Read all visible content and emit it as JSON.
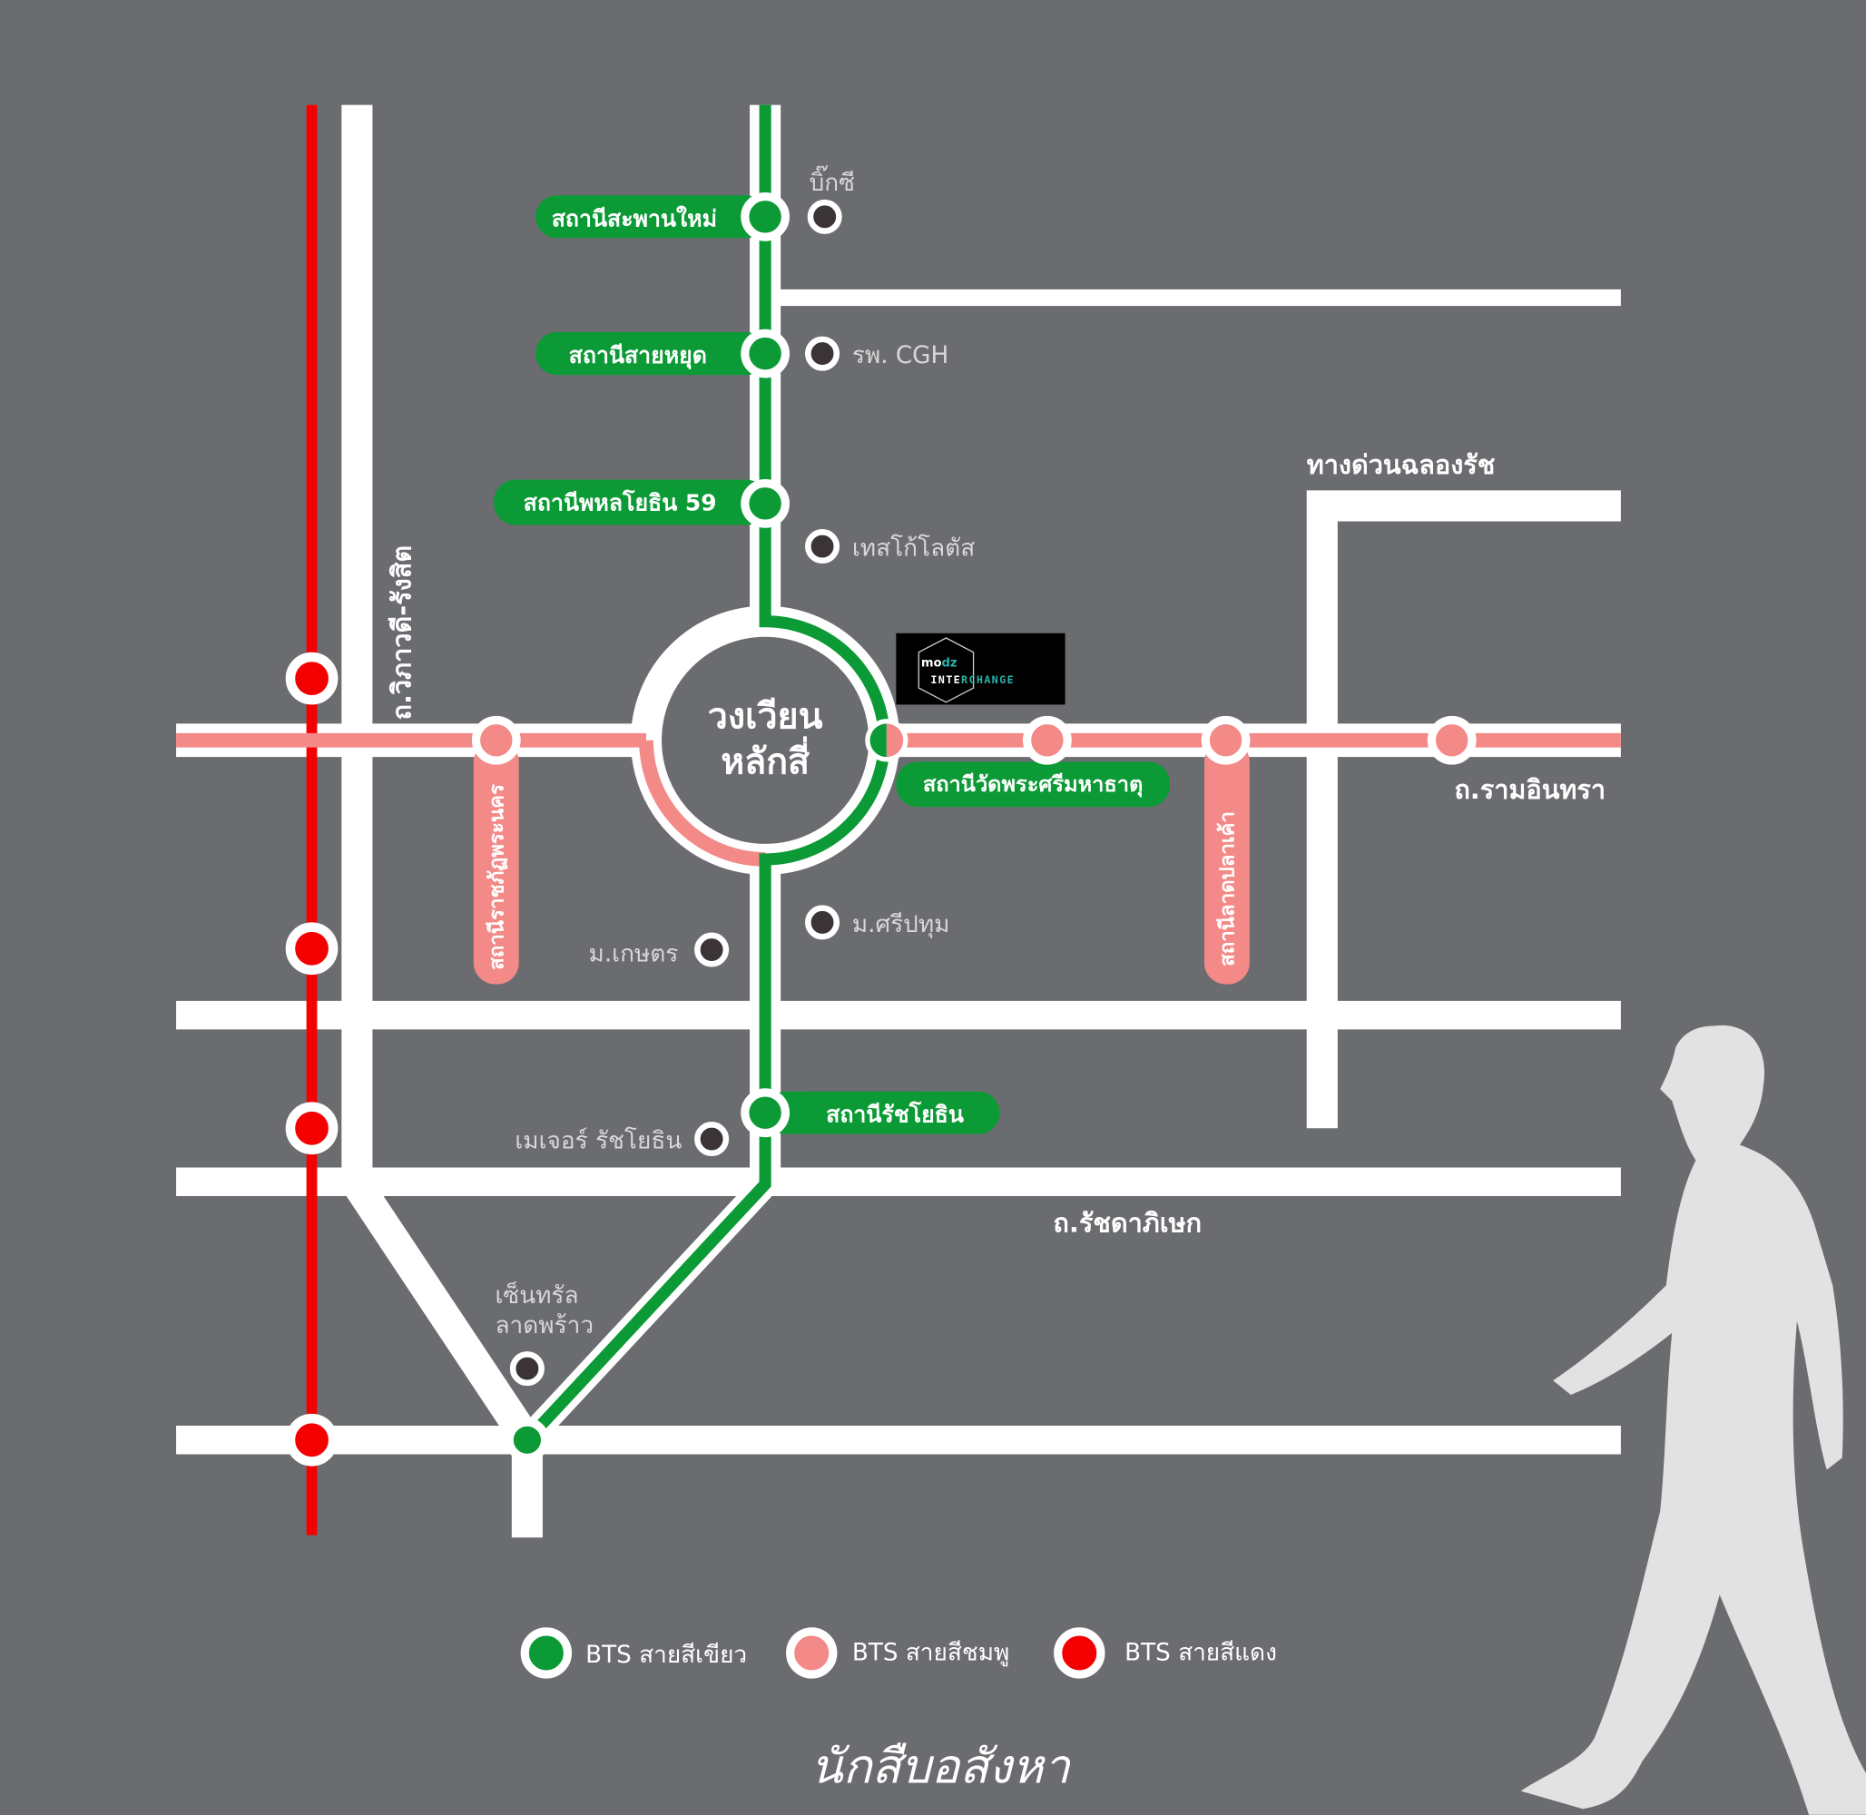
{
  "colors": {
    "background": "#6b6c70",
    "green": "#0b9a35",
    "pink": "#f38a87",
    "red": "#f40000",
    "road": "#ffffff",
    "poi": "#3b3436"
  },
  "roundabout": {
    "line1": "วงเวียน",
    "line2": "หลักสี่"
  },
  "green_stations": [
    "สถานีสะพานใหม่",
    "สถานีสายหยุด",
    "สถานีพหลโยธิน 59",
    "สถานีรัชโยธิน"
  ],
  "interchange_station": "สถานีวัดพระศรีมหาธาตุ",
  "pink_stations": [
    "สถานีราชภัฏพระนคร",
    "สถานีลาดปลาเค้า"
  ],
  "pois": [
    "บิ๊กซี",
    "รพ. CGH",
    "เทสโก้โลตัส",
    "ม.ศรีปทุม",
    "ม.เกษตร",
    "เมเจอร์ รัชโยธิน",
    "เซ็นทรัล",
    "ลาดพร้าว"
  ],
  "roads": {
    "vibhavadi": "ถ.วิภาวดี-รังสิต",
    "expressway": "ทางด่วนฉลองรัช",
    "ramintra": "ถ.รามอินทรา",
    "ratchada": "ถ.รัชดาภิเษก"
  },
  "logo": {
    "brand_a": "mo",
    "brand_b": "dz",
    "sub_a": "INTE",
    "sub_b": "RCHANGE"
  },
  "legend": [
    {
      "label": "BTS สายสีเขียว",
      "color": "#0b9a35"
    },
    {
      "label": "BTS สายสีชมพู",
      "color": "#f38a87"
    },
    {
      "label": "BTS สายสีแดง",
      "color": "#f40000"
    }
  ],
  "credit": "นักสืบอสังหา"
}
